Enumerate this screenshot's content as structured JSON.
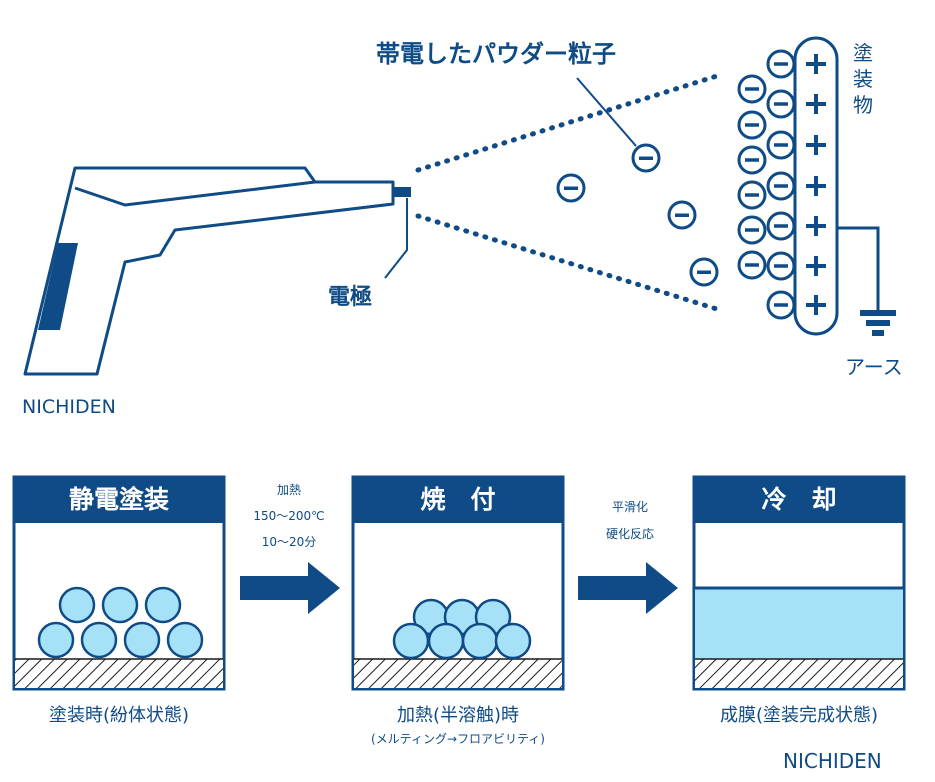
{
  "colors": {
    "navy": "#0f4b86",
    "light_blue": "#a7e1f7",
    "white": "#ffffff",
    "hatch": "#1a1a1a"
  },
  "top": {
    "powder_label": "帯電したパウダー粒子",
    "electrode_label": "電極",
    "workpiece_label_lines": [
      "塗",
      "装",
      "物"
    ],
    "earth_label": "アース",
    "brand": "NICHIDEN",
    "plus_symbol": "+",
    "minus_symbol": "−"
  },
  "bottom": {
    "stages": [
      {
        "title": "静電塗装",
        "caption": "塗装時(紛体状態)",
        "subcaption": ""
      },
      {
        "title": "焼　付",
        "caption": "加熱(半溶触)時",
        "subcaption": "(メルティング→フロアビリティ)"
      },
      {
        "title": "冷　却",
        "caption": "成膜(塗装完成状態)",
        "subcaption": ""
      }
    ],
    "arrows": [
      {
        "lines": [
          "加熱",
          "150〜200℃",
          "10〜20分"
        ]
      },
      {
        "lines": [
          "平滑化",
          "硬化反応"
        ]
      }
    ],
    "brand": "NICHIDEN"
  }
}
